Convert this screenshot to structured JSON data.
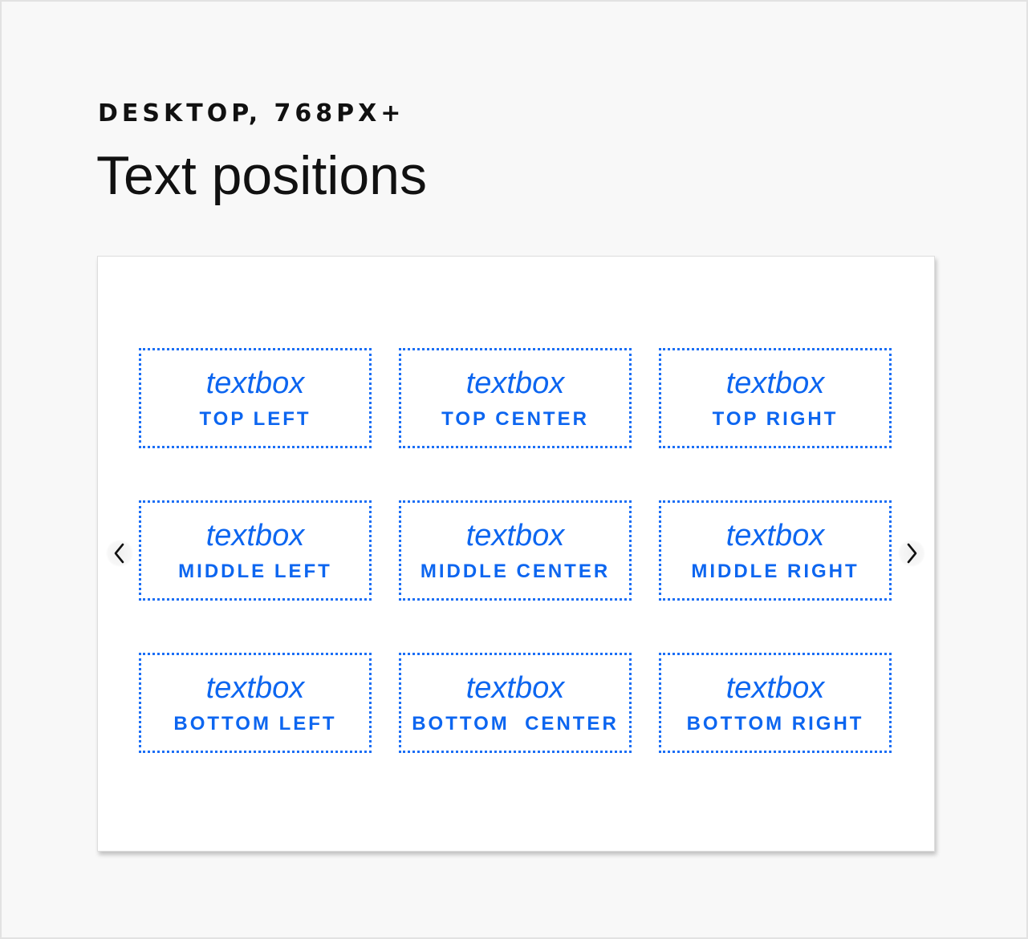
{
  "header": {
    "eyebrow": "DESKTOP, 768PX+",
    "title": "Text positions"
  },
  "colors": {
    "accent": "#0d66f0",
    "background": "#f8f8f8",
    "card": "#ffffff",
    "text": "#111111"
  },
  "carousel": {
    "prev_icon": "chevron-left-icon",
    "next_icon": "chevron-right-icon",
    "boxes": [
      {
        "label": "textbox",
        "position": "TOP LEFT"
      },
      {
        "label": "textbox",
        "position": "TOP CENTER"
      },
      {
        "label": "textbox",
        "position": "TOP RIGHT"
      },
      {
        "label": "textbox",
        "position": "MIDDLE LEFT"
      },
      {
        "label": "textbox",
        "position": "MIDDLE CENTER"
      },
      {
        "label": "textbox",
        "position": "MIDDLE RIGHT"
      },
      {
        "label": "textbox",
        "position": "BOTTOM LEFT"
      },
      {
        "label": "textbox",
        "position": "BOTTOM  CENTER"
      },
      {
        "label": "textbox",
        "position": "BOTTOM RIGHT"
      }
    ]
  }
}
